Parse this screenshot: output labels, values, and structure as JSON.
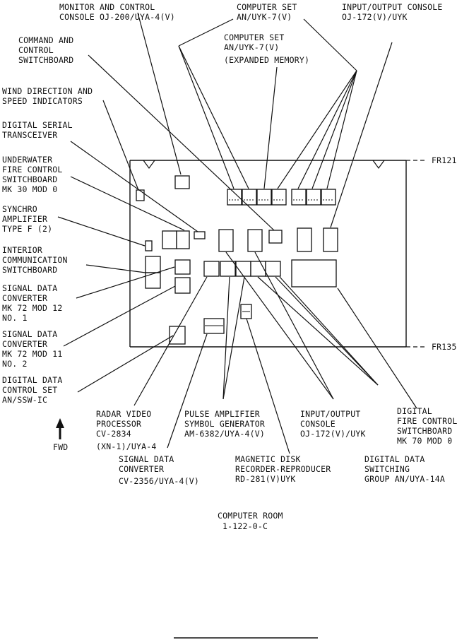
{
  "labels": {
    "monitor_console": [
      "MONITOR AND CONTROL",
      "CONSOLE OJ-200/UYA-4(V)"
    ],
    "computer_set": [
      "COMPUTER SET",
      "AN/UYK-7(V)"
    ],
    "io_console_top": [
      "INPUT/OUTPUT CONSOLE",
      "OJ-172(V)/UYK"
    ],
    "command_switchboard": [
      "COMMAND AND",
      "CONTROL",
      "SWITCHBOARD"
    ],
    "computer_set_expanded": [
      "COMPUTER SET",
      "AN/UYK-7(V)",
      "(EXPANDED MEMORY)"
    ],
    "wind_indicators": [
      "WIND DIRECTION AND",
      "SPEED INDICATORS"
    ],
    "serial_transceiver": [
      "DIGITAL SERIAL",
      "TRANSCEIVER"
    ],
    "underwater_fc": [
      "UNDERWATER",
      "FIRE CONTROL",
      "SWITCHBOARD",
      "MK 30 MOD 0"
    ],
    "synchro_amp": [
      "SYNCHRO",
      "AMPLIFIER",
      "TYPE F (2)"
    ],
    "ic_switchboard": [
      "INTERIOR",
      "COMMUNICATION",
      "SWITCHBOARD"
    ],
    "sdc_mk72_12": [
      "SIGNAL DATA",
      "CONVERTER",
      "MK 72 MOD 12",
      "NO. 1"
    ],
    "sdc_mk72_11": [
      "SIGNAL DATA",
      "CONVERTER",
      "MK 72 MOD 11",
      "NO. 2"
    ],
    "dd_control_set": [
      "DIGITAL DATA",
      "CONTROL SET",
      "AN/SSW-IC"
    ],
    "radar_video": [
      "RADAR VIDEO",
      "PROCESSOR",
      "CV-2834",
      "(XN-1)/UYA-4"
    ],
    "pulse_amp": [
      "PULSE AMPLIFIER",
      "SYMBOL GENERATOR",
      "AM-6382/UYA-4(V)"
    ],
    "io_console_bottom": [
      "INPUT/OUTPUT",
      "CONSOLE",
      "OJ-172(V)/UYK"
    ],
    "digital_fc": [
      "DIGITAL",
      "FIRE CONTROL",
      "SWITCHBOARD",
      "MK 70 MOD 0"
    ],
    "sdc_cv2356": [
      "SIGNAL DATA",
      "CONVERTER",
      "CV-2356/UYA-4(V)"
    ],
    "mag_disk": [
      "MAGNETIC DISK",
      "RECORDER-REPRODUCER",
      "RD-281(V)UYK"
    ],
    "dd_switching": [
      "DIGITAL DATA",
      "SWITCHING",
      "GROUP AN/UYA-14A"
    ]
  },
  "frames": {
    "fr_top": "FR121",
    "fr_bottom": "FR135"
  },
  "fwd": "FWD",
  "caption": [
    "COMPUTER ROOM",
    "1-122-0-C"
  ]
}
